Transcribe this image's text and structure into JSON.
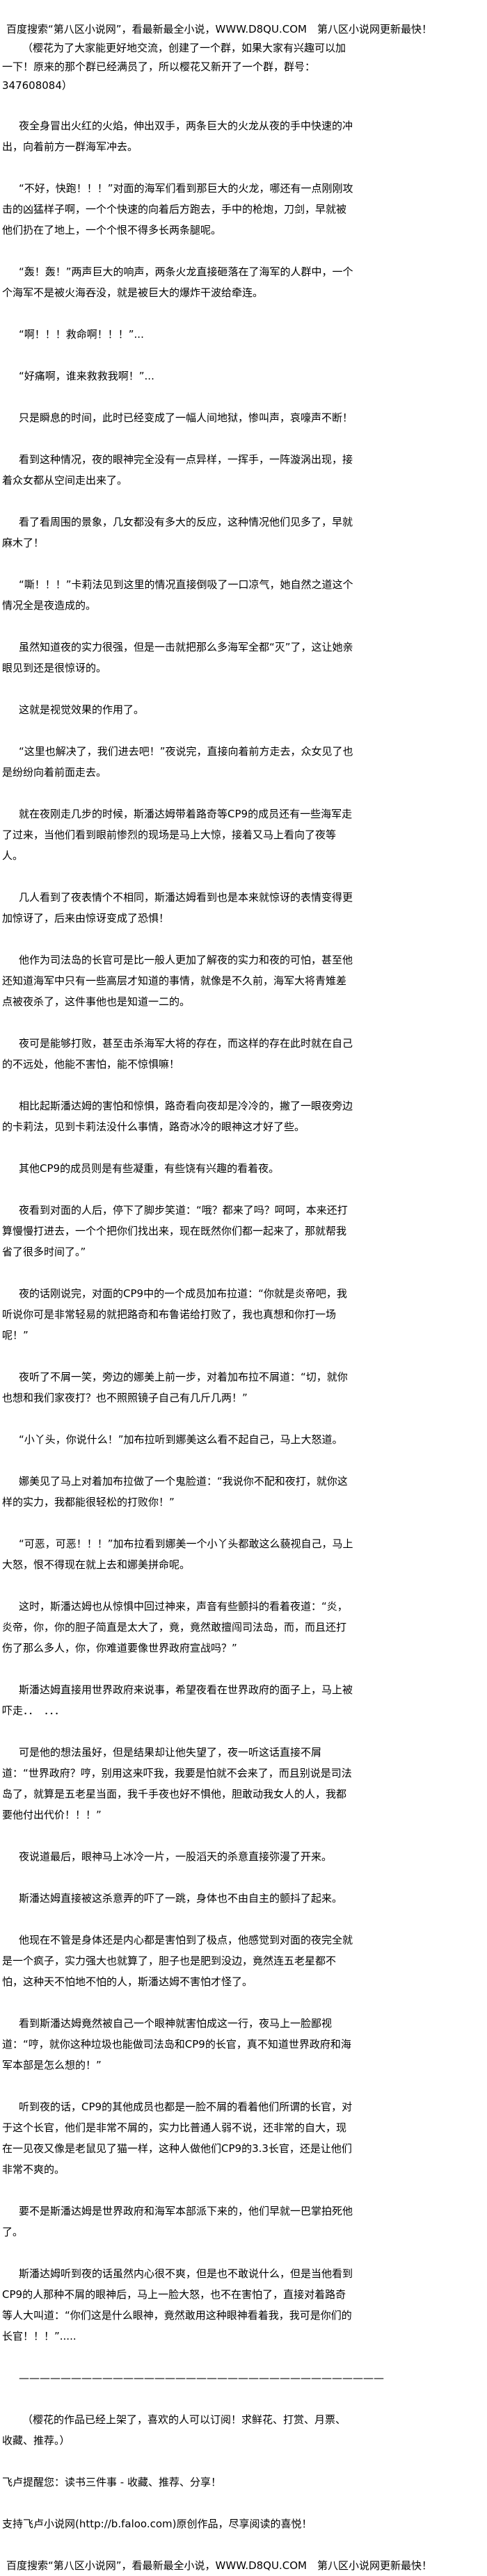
{
  "header_ad": "百度搜索“第八区小说网”，看最新最全小说，WWW.D8QU.COM　第八区小说网更新最快！",
  "intro_note": "（樱花为了大家能更好地交流，创建了一个群，如果大家有兴趣可以加一下！原来的那个群已经满员了，所以樱花又新开了一个群，群号：347608084）",
  "paragraphs": [
    "夜全身冒出火红的火焰，伸出双手，两条巨大的火龙从夜的手中快速的冲出，向着前方一群海军冲去。",
    "“不好，快跑！！！”对面的海军们看到那巨大的火龙，哪还有一点刚刚攻击的凶猛样子啊，一个个快速的向着后方跑去，手中的枪炮，刀剑，早就被他们扔在了地上，一个个恨不得多长两条腿呢。",
    "“轰！轰！”两声巨大的响声，两条火龙直接砸落在了海军的人群中，一个个海军不是被火海吞没，就是被巨大的爆炸干波给牵连。",
    "“啊！！！救命啊！！！”...",
    "“好痛啊，谁来救救我啊！”...",
    "只是瞬息的时间，此时已经变成了一幅人间地狱，惨叫声，哀嚎声不断！",
    "看到这种情况，夜的眼神完全没有一点异样，一挥手，一阵漩涡出现，接着众女都从空间走出来了。",
    "看了看周围的景象，几女都没有多大的反应，这种情况他们见多了，早就麻木了！",
    "“嘶！！！”卡莉法见到这里的情况直接倒吸了一口凉气，她自然之道这个情况全是夜造成的。",
    "虽然知道夜的实力很强，但是一击就把那么多海军全都“灭”了，这让她亲眼见到还是很惊讶的。",
    "这就是视觉效果的作用了。",
    "“这里也解决了，我们进去吧！”夜说完，直接向着前方走去，众女见了也是纷纷向着前面走去。",
    "就在夜刚走几步的时候，斯潘达姆带着路奇等CP9的成员还有一些海军走了过来，当他们看到眼前惨烈的现场是马上大惊，接着又马上看向了夜等人。",
    "几人看到了夜表情个不相同，斯潘达姆看到也是本来就惊讶的表情变得更加惊讶了，后来由惊讶变成了恐惧！",
    "他作为司法岛的长官可是比一般人更加了解夜的实力和夜的可怕，甚至他还知道海军中只有一些高层才知道的事情，就像是不久前，海军大将青雉差点被夜杀了，这件事他也是知道一二的。",
    "夜可是能够打败，甚至击杀海军大将的存在，而这样的存在此时就在自己的不远处，他能不害怕，能不惊惧嘛！",
    "相比起斯潘达姆的害怕和惊惧，路奇看向夜却是冷冷的，撇了一眼夜旁边的卡莉法，见到卡莉法没什么事情，路奇冰冷的眼神这才好了些。",
    "其他CP9的成员则是有些凝重，有些饶有兴趣的看着夜。",
    "夜看到对面的人后，停下了脚步笑道：“哦？都来了吗？呵呵，本来还打算慢慢打进去，一个个把你们找出来，现在既然你们都一起来了，那就帮我省了很多时间了。”",
    "夜的话刚说完，对面的CP9中的一个成员加布拉道：“你就是炎帝吧，我听说你可是非常轻易的就把路奇和布鲁诺给打败了，我也真想和你打一场呢！”",
    "夜听了不屑一笑，旁边的娜美上前一步，对着加布拉不屑道：“切，就你也想和我们家夜打？也不照照镜子自己有几斤几两！”",
    "“小丫头，你说什么！”加布拉听到娜美这么看不起自己，马上大怒道。",
    "娜美见了马上对着加布拉做了一个鬼脸道：“我说你不配和夜打，就你这样的实力，我都能很轻松的打败你！”",
    "“可恶，可恶！！！”加布拉看到娜美一个小丫头都敢这么藐视自己，马上大怒，恨不得现在就上去和娜美拼命呢。",
    "这时，斯潘达姆也从惊惧中回过神来，声音有些颤抖的看着夜道：“炎，炎帝，你，你的胆子简直是太大了，竟，竟然敢擅闯司法岛，而，而且还打伤了那么多人，你，你难道要像世界政府宣战吗？”",
    "斯潘达姆直接用世界政府来说事，希望夜看在世界政府的面子上，马上被吓走．．　．．．",
    "可是他的想法虽好，但是结果却让他失望了，夜一听这话直接不屑道：“世界政府？哼，别用这来吓我，我要是怕就不会来了，而且别说是司法岛了，就算是五老星当面，我千手夜也好不惧他，胆敢动我女人的人，我都要他付出代价！！！”",
    "夜说道最后，眼神马上冰冷一片，一股滔天的杀意直接弥漫了开来。",
    "斯潘达姆直接被这杀意弄的吓了一跳，身体也不由自主的颤抖了起来。",
    "他现在不管是身体还是内心都是害怕到了极点，他感觉到对面的夜完全就是一个疯子，实力强大也就算了，胆子也是肥到没边，竟然连五老星都不怕，这种天不怕地不怕的人，斯潘达姆不害怕才怪了。",
    "看到斯潘达姆竟然被自己一个眼神就害怕成这一行，夜马上一脸鄙视道：“哼，就你这种垃圾也能做司法岛和CP9的长官，真不知道世界政府和海军本部是怎么想的！”",
    "听到夜的话，CP9的其他成员也都是一脸不屑的看着他们所谓的长官，对于这个长官，他们是非常不屑的，实力比普通人弱不说，还非常的自大，现在一见夜又像是老鼠见了猫一样，这种人做他们CP9的3.3长官，还是让他们非常不爽的。",
    "要不是斯潘达姆是世界政府和海军本部派下来的，他们早就一巴掌拍死他了。",
    "斯潘达姆听到夜的话虽然内心很不爽，但是也不敢说什么，但是当他看到CP9的人那种不屑的眼神后，马上一脸大怒，也不在害怕了，直接对着路奇等人大叫道：“你们这是什么眼神，竟然敢用这种眼神看着我，我可是你们的长官！！！”....."
  ],
  "divider": "———————————————————————————————————",
  "author_notice": "（樱花的作品已经上架了，喜欢的人可以订阅！求鲜花、打赏、月票、收藏、推荐。）",
  "faloo_reminder": "飞卢提醒您：读书三件事 - 收藏、推荐、分享！",
  "faloo_support": "支持飞卢小说网(http://b.faloo.com)原创作品，尽享阅读的喜悦！",
  "footer_ad": "百度搜索“第八区小说网”，看最新最全小说，WWW.D8QU.COM　第八区小说网更新最快！"
}
